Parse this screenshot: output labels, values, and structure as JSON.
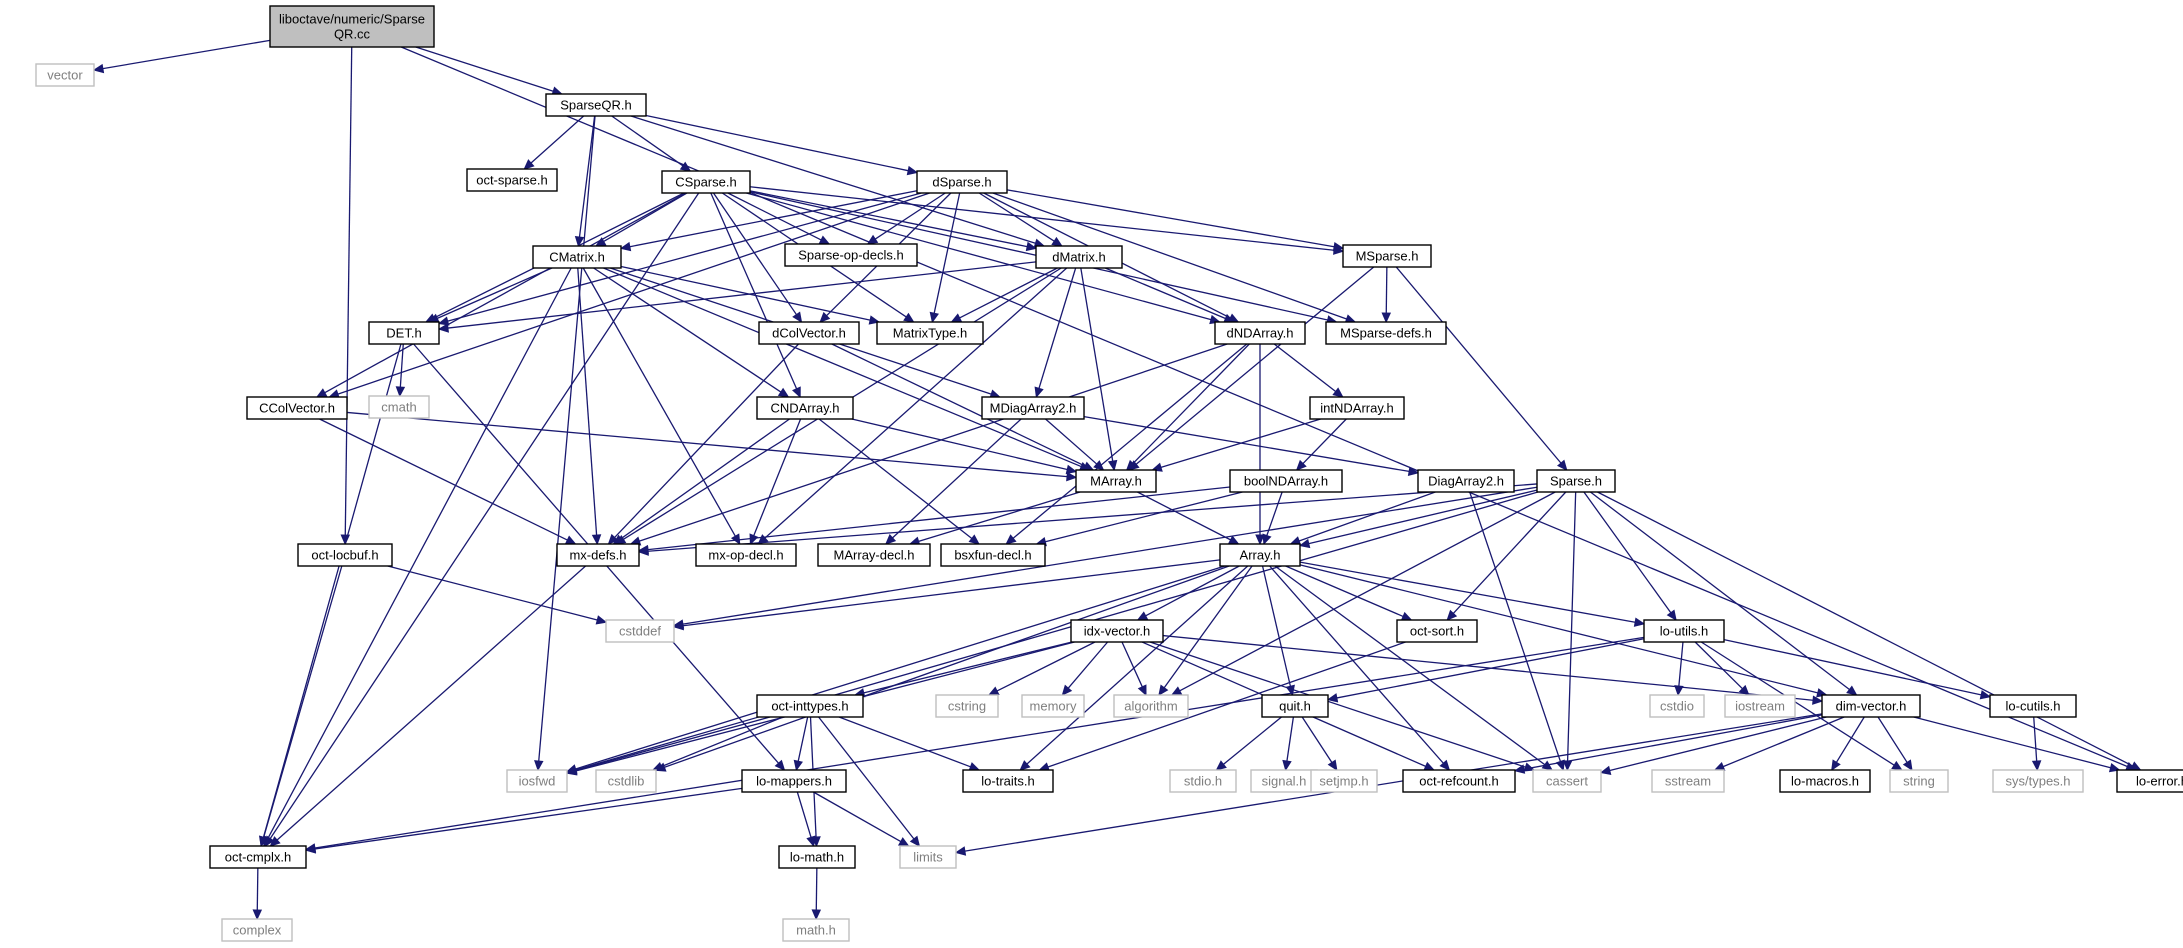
{
  "diagram": {
    "colors": {
      "edge": "#191970",
      "root_fill": "#bfbfbf",
      "box": "#000000",
      "external_box": "#bfbfbf",
      "external_text": "#7f7f7f"
    },
    "nodes": [
      {
        "id": "root",
        "label": "liboctave/numeric/Sparse\nQR.cc",
        "kind": "root"
      },
      {
        "id": "vector",
        "label": "vector",
        "kind": "external"
      },
      {
        "id": "SparseQR",
        "label": "SparseQR.h",
        "kind": "file"
      },
      {
        "id": "octsparse",
        "label": "oct-sparse.h",
        "kind": "file"
      },
      {
        "id": "CSparse",
        "label": "CSparse.h",
        "kind": "file"
      },
      {
        "id": "dSparse",
        "label": "dSparse.h",
        "kind": "file"
      },
      {
        "id": "CMatrix",
        "label": "CMatrix.h",
        "kind": "file"
      },
      {
        "id": "SparseOpDecls",
        "label": "Sparse-op-decls.h",
        "kind": "file"
      },
      {
        "id": "dMatrix",
        "label": "dMatrix.h",
        "kind": "file"
      },
      {
        "id": "MSparse",
        "label": "MSparse.h",
        "kind": "file"
      },
      {
        "id": "DET",
        "label": "DET.h",
        "kind": "file"
      },
      {
        "id": "dColVector",
        "label": "dColVector.h",
        "kind": "file"
      },
      {
        "id": "MatrixType",
        "label": "MatrixType.h",
        "kind": "file"
      },
      {
        "id": "dNDArray",
        "label": "dNDArray.h",
        "kind": "file"
      },
      {
        "id": "MSparseDefs",
        "label": "MSparse-defs.h",
        "kind": "file"
      },
      {
        "id": "cmath",
        "label": "cmath",
        "kind": "external"
      },
      {
        "id": "CColVector",
        "label": "CColVector.h",
        "kind": "file"
      },
      {
        "id": "CNDArray",
        "label": "CNDArray.h",
        "kind": "file"
      },
      {
        "id": "MDiagArray2",
        "label": "MDiagArray2.h",
        "kind": "file"
      },
      {
        "id": "intNDArray",
        "label": "intNDArray.h",
        "kind": "file"
      },
      {
        "id": "MArray",
        "label": "MArray.h",
        "kind": "file"
      },
      {
        "id": "boolNDArray",
        "label": "boolNDArray.h",
        "kind": "file"
      },
      {
        "id": "DiagArray2",
        "label": "DiagArray2.h",
        "kind": "file"
      },
      {
        "id": "Sparse",
        "label": "Sparse.h",
        "kind": "file"
      },
      {
        "id": "octlocbuf",
        "label": "oct-locbuf.h",
        "kind": "file"
      },
      {
        "id": "mxdefs",
        "label": "mx-defs.h",
        "kind": "file"
      },
      {
        "id": "mxopdecl",
        "label": "mx-op-decl.h",
        "kind": "file"
      },
      {
        "id": "MArrayDecl",
        "label": "MArray-decl.h",
        "kind": "file"
      },
      {
        "id": "bsxfunDecl",
        "label": "bsxfun-decl.h",
        "kind": "file"
      },
      {
        "id": "Array",
        "label": "Array.h",
        "kind": "file"
      },
      {
        "id": "cstddef",
        "label": "cstddef",
        "kind": "external"
      },
      {
        "id": "idxvector",
        "label": "idx-vector.h",
        "kind": "file"
      },
      {
        "id": "octsort",
        "label": "oct-sort.h",
        "kind": "file"
      },
      {
        "id": "loutils",
        "label": "lo-utils.h",
        "kind": "file"
      },
      {
        "id": "octinttypes",
        "label": "oct-inttypes.h",
        "kind": "file"
      },
      {
        "id": "cstring",
        "label": "cstring",
        "kind": "external"
      },
      {
        "id": "memory",
        "label": "memory",
        "kind": "external"
      },
      {
        "id": "algorithm",
        "label": "algorithm",
        "kind": "external"
      },
      {
        "id": "quit",
        "label": "quit.h",
        "kind": "file"
      },
      {
        "id": "cstdio",
        "label": "cstdio",
        "kind": "external"
      },
      {
        "id": "iostream",
        "label": "iostream",
        "kind": "external"
      },
      {
        "id": "dimvector",
        "label": "dim-vector.h",
        "kind": "file"
      },
      {
        "id": "locutils",
        "label": "lo-cutils.h",
        "kind": "file"
      },
      {
        "id": "iosfwd",
        "label": "iosfwd",
        "kind": "external"
      },
      {
        "id": "cstdlib",
        "label": "cstdlib",
        "kind": "external"
      },
      {
        "id": "lotraits",
        "label": "lo-traits.h",
        "kind": "file"
      },
      {
        "id": "stdio",
        "label": "stdio.h",
        "kind": "external"
      },
      {
        "id": "signal",
        "label": "signal.h",
        "kind": "external"
      },
      {
        "id": "setjmp",
        "label": "setjmp.h",
        "kind": "external"
      },
      {
        "id": "octrefcount",
        "label": "oct-refcount.h",
        "kind": "file"
      },
      {
        "id": "cassert",
        "label": "cassert",
        "kind": "external"
      },
      {
        "id": "sstream",
        "label": "sstream",
        "kind": "external"
      },
      {
        "id": "lomacros",
        "label": "lo-macros.h",
        "kind": "file"
      },
      {
        "id": "string",
        "label": "string",
        "kind": "external"
      },
      {
        "id": "systypes",
        "label": "sys/types.h",
        "kind": "external"
      },
      {
        "id": "loerror",
        "label": "lo-error.h",
        "kind": "file"
      },
      {
        "id": "lomappers",
        "label": "lo-mappers.h",
        "kind": "file"
      },
      {
        "id": "octcmplx",
        "label": "oct-cmplx.h",
        "kind": "file"
      },
      {
        "id": "limits",
        "label": "limits",
        "kind": "external"
      },
      {
        "id": "lomath",
        "label": "lo-math.h",
        "kind": "file"
      },
      {
        "id": "complex",
        "label": "complex",
        "kind": "external"
      },
      {
        "id": "mathh",
        "label": "math.h",
        "kind": "external"
      }
    ],
    "edges": [
      [
        "root",
        "vector"
      ],
      [
        "root",
        "SparseQR"
      ],
      [
        "root",
        "octlocbuf"
      ],
      [
        "root",
        "loerror"
      ],
      [
        "SparseQR",
        "octsparse"
      ],
      [
        "SparseQR",
        "CSparse"
      ],
      [
        "SparseQR",
        "dSparse"
      ],
      [
        "SparseQR",
        "CMatrix"
      ],
      [
        "SparseQR",
        "dMatrix"
      ],
      [
        "SparseQR",
        "iosfwd"
      ],
      [
        "CSparse",
        "CMatrix"
      ],
      [
        "CSparse",
        "DET"
      ],
      [
        "CSparse",
        "CColVector"
      ],
      [
        "CSparse",
        "octcmplx"
      ],
      [
        "CSparse",
        "SparseOpDecls"
      ],
      [
        "CSparse",
        "dMatrix"
      ],
      [
        "CSparse",
        "MSparse"
      ],
      [
        "CSparse",
        "MSparseDefs"
      ],
      [
        "CSparse",
        "MatrixType"
      ],
      [
        "CSparse",
        "dColVector"
      ],
      [
        "CSparse",
        "CNDArray"
      ],
      [
        "CSparse",
        "dNDArray"
      ],
      [
        "dSparse",
        "CMatrix"
      ],
      [
        "dSparse",
        "dMatrix"
      ],
      [
        "dSparse",
        "DET"
      ],
      [
        "dSparse",
        "SparseOpDecls"
      ],
      [
        "dSparse",
        "MSparse"
      ],
      [
        "dSparse",
        "MSparseDefs"
      ],
      [
        "dSparse",
        "MatrixType"
      ],
      [
        "dSparse",
        "dColVector"
      ],
      [
        "dSparse",
        "CColVector"
      ],
      [
        "dSparse",
        "dNDArray"
      ],
      [
        "CMatrix",
        "DET"
      ],
      [
        "CMatrix",
        "mxdefs"
      ],
      [
        "CMatrix",
        "MatrixType"
      ],
      [
        "CMatrix",
        "CNDArray"
      ],
      [
        "CMatrix",
        "MDiagArray2"
      ],
      [
        "CMatrix",
        "MArray"
      ],
      [
        "CMatrix",
        "mxopdecl"
      ],
      [
        "CMatrix",
        "octcmplx"
      ],
      [
        "dMatrix",
        "DET"
      ],
      [
        "dMatrix",
        "MatrixType"
      ],
      [
        "dMatrix",
        "dNDArray"
      ],
      [
        "dMatrix",
        "MDiagArray2"
      ],
      [
        "dMatrix",
        "MArray"
      ],
      [
        "dMatrix",
        "mxdefs"
      ],
      [
        "dMatrix",
        "mxopdecl"
      ],
      [
        "MSparse",
        "MSparseDefs"
      ],
      [
        "MSparse",
        "Sparse"
      ],
      [
        "MSparse",
        "MArray"
      ],
      [
        "DET",
        "cmath"
      ],
      [
        "DET",
        "octcmplx"
      ],
      [
        "DET",
        "lomappers"
      ],
      [
        "dColVector",
        "MArray"
      ],
      [
        "dColVector",
        "mxdefs"
      ],
      [
        "dNDArray",
        "intNDArray"
      ],
      [
        "dNDArray",
        "MArray"
      ],
      [
        "dNDArray",
        "mxdefs"
      ],
      [
        "dNDArray",
        "bsxfunDecl"
      ],
      [
        "dNDArray",
        "Array"
      ],
      [
        "CColVector",
        "MArray"
      ],
      [
        "CColVector",
        "mxdefs"
      ],
      [
        "CNDArray",
        "MArray"
      ],
      [
        "CNDArray",
        "mxdefs"
      ],
      [
        "CNDArray",
        "mxopdecl"
      ],
      [
        "CNDArray",
        "bsxfunDecl"
      ],
      [
        "MDiagArray2",
        "MArray"
      ],
      [
        "MDiagArray2",
        "DiagArray2"
      ],
      [
        "MDiagArray2",
        "MArrayDecl"
      ],
      [
        "intNDArray",
        "MArray"
      ],
      [
        "intNDArray",
        "boolNDArray"
      ],
      [
        "MArray",
        "Array"
      ],
      [
        "MArray",
        "MArrayDecl"
      ],
      [
        "boolNDArray",
        "Array"
      ],
      [
        "boolNDArray",
        "mxdefs"
      ],
      [
        "boolNDArray",
        "bsxfunDecl"
      ],
      [
        "DiagArray2",
        "Array"
      ],
      [
        "DiagArray2",
        "cassert"
      ],
      [
        "Sparse",
        "Array"
      ],
      [
        "Sparse",
        "mxdefs"
      ],
      [
        "Sparse",
        "octsort"
      ],
      [
        "Sparse",
        "loutils"
      ],
      [
        "Sparse",
        "dimvector"
      ],
      [
        "Sparse",
        "cassert"
      ],
      [
        "Sparse",
        "loerror"
      ],
      [
        "Sparse",
        "algorithm"
      ],
      [
        "Sparse",
        "cstddef"
      ],
      [
        "Sparse",
        "iosfwd"
      ],
      [
        "octlocbuf",
        "cstddef"
      ],
      [
        "octlocbuf",
        "octcmplx"
      ],
      [
        "mxdefs",
        "octcmplx"
      ],
      [
        "Array",
        "cstddef"
      ],
      [
        "Array",
        "idxvector"
      ],
      [
        "Array",
        "octsort"
      ],
      [
        "Array",
        "loutils"
      ],
      [
        "Array",
        "quit"
      ],
      [
        "Array",
        "dimvector"
      ],
      [
        "Array",
        "cassert"
      ],
      [
        "Array",
        "octrefcount"
      ],
      [
        "Array",
        "algorithm"
      ],
      [
        "Array",
        "iosfwd"
      ],
      [
        "Array",
        "lotraits"
      ],
      [
        "Array",
        "cstdlib"
      ],
      [
        "idxvector",
        "octinttypes"
      ],
      [
        "idxvector",
        "cstring"
      ],
      [
        "idxvector",
        "memory"
      ],
      [
        "idxvector",
        "algorithm"
      ],
      [
        "idxvector",
        "iosfwd"
      ],
      [
        "idxvector",
        "dimvector"
      ],
      [
        "idxvector",
        "octrefcount"
      ],
      [
        "idxvector",
        "cassert"
      ],
      [
        "octsort",
        "lotraits"
      ],
      [
        "loutils",
        "cstdio"
      ],
      [
        "loutils",
        "iostream"
      ],
      [
        "loutils",
        "locutils"
      ],
      [
        "loutils",
        "string"
      ],
      [
        "loutils",
        "quit"
      ],
      [
        "loutils",
        "octcmplx"
      ],
      [
        "octinttypes",
        "iosfwd"
      ],
      [
        "octinttypes",
        "cstdlib"
      ],
      [
        "octinttypes",
        "lomappers"
      ],
      [
        "octinttypes",
        "lotraits"
      ],
      [
        "octinttypes",
        "limits"
      ],
      [
        "octinttypes",
        "lomath"
      ],
      [
        "quit",
        "stdio"
      ],
      [
        "quit",
        "signal"
      ],
      [
        "quit",
        "setjmp"
      ],
      [
        "dimvector",
        "octrefcount"
      ],
      [
        "dimvector",
        "cassert"
      ],
      [
        "dimvector",
        "sstream"
      ],
      [
        "dimvector",
        "lomacros"
      ],
      [
        "dimvector",
        "string"
      ],
      [
        "dimvector",
        "loerror"
      ],
      [
        "dimvector",
        "limits"
      ],
      [
        "locutils",
        "systypes"
      ],
      [
        "lomappers",
        "octcmplx"
      ],
      [
        "lomappers",
        "lomath"
      ],
      [
        "lomappers",
        "limits"
      ],
      [
        "lomath",
        "mathh"
      ],
      [
        "octcmplx",
        "complex"
      ]
    ]
  }
}
